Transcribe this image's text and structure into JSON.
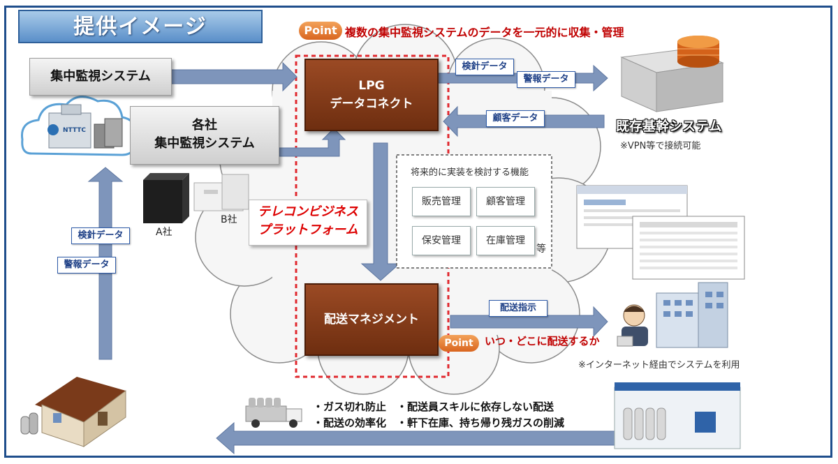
{
  "title": "提供イメージ",
  "point1": {
    "badge": "Point",
    "text": "複数の集中監視システムのデータを一元的に収集・管理"
  },
  "point2": {
    "badge": "Point",
    "text": "いつ・どこに配送するか"
  },
  "central_monitoring": "集中監視システム",
  "company_monitoring": {
    "line1": "各社",
    "line2": "集中監視システム"
  },
  "lpg_box": {
    "line1": "LPG",
    "line2": "データコネクト"
  },
  "delivery_box": "配送マネジメント",
  "core_system": {
    "label": "既存基幹システム",
    "note": "※VPN等で接続可能"
  },
  "tags": {
    "meter_data_1": "検針データ",
    "alarm_data_1": "警報データ",
    "customer_data": "顧客データ",
    "meter_data_2": "検針データ",
    "alarm_data_2": "警報データ",
    "delivery_instruction": "配送指示"
  },
  "future_functions": {
    "title": "将来的に実装を検討する機能",
    "items": [
      "販売管理",
      "顧客管理",
      "保安管理",
      "在庫管理"
    ],
    "etc": "等"
  },
  "companies": {
    "a": "A社",
    "b": "B社"
  },
  "platform": {
    "line1": "テレコンビジネス",
    "line2": "プラットフォーム"
  },
  "internet_note": "※インターネット経由でシステムを利用",
  "benefits": [
    "・ガス切れ防止　・配送員スキルに依存しない配送",
    "・配送の効率化　・軒下在庫、持ち帰り残ガスの削減"
  ],
  "building_sign": "NTTTC",
  "colors": {
    "arrow": "#7e95bb",
    "brown": "#7a3514",
    "red_dashed": "#e0282e",
    "tag_border": "#2d5aa8"
  }
}
